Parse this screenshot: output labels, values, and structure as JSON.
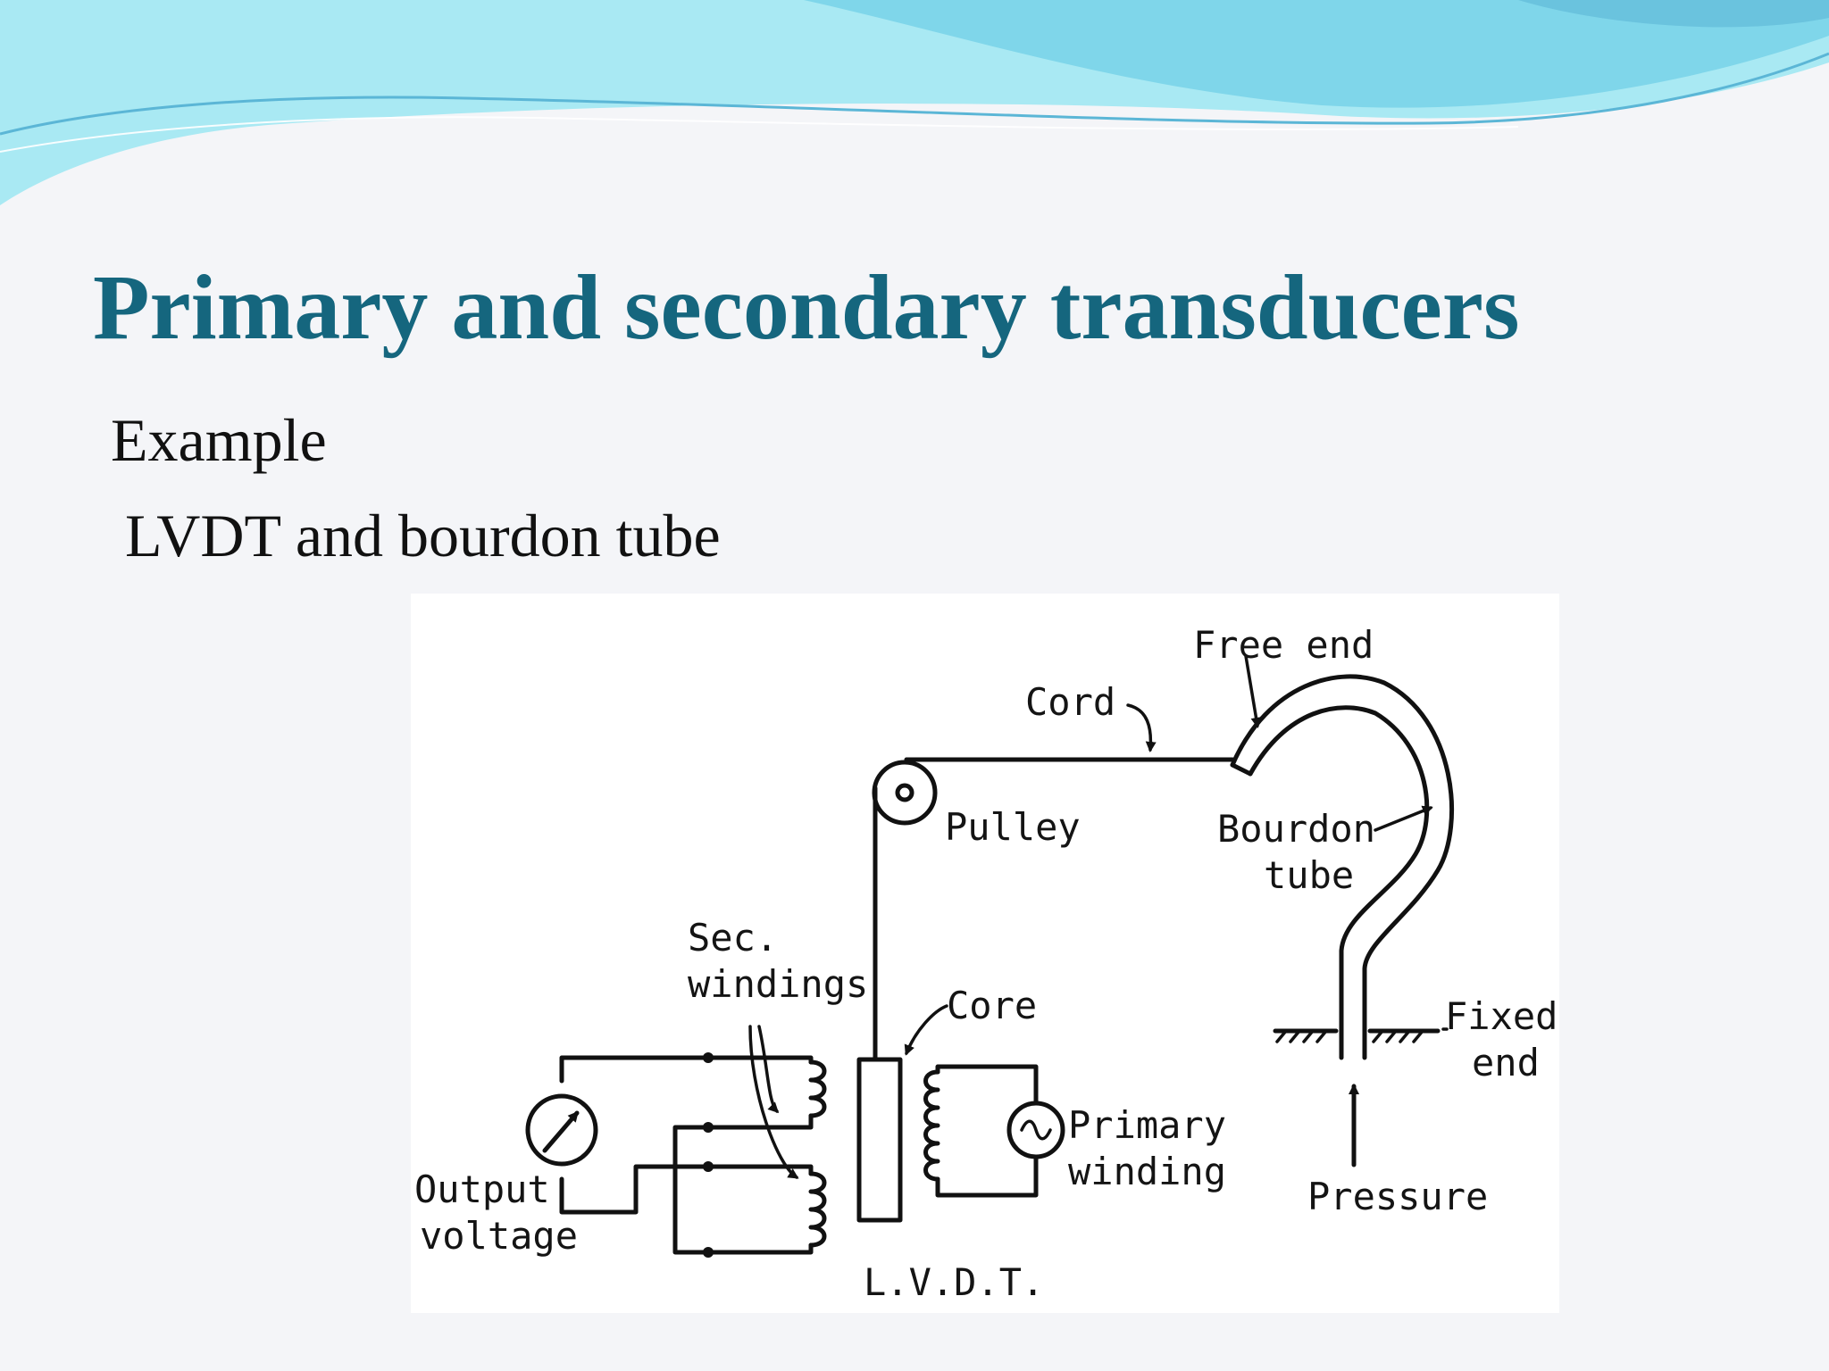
{
  "slide": {
    "title": "Primary and secondary transducers",
    "lines": [
      "Example",
      "LVDT and bourdon tube"
    ]
  },
  "diagram": {
    "labels": {
      "free_end": "Free end",
      "cord": "Cord",
      "pulley": "Pulley",
      "bourdon_tube_line1": "Bourdon",
      "bourdon_tube_line2": "tube",
      "sec_windings_line1": "Sec.",
      "sec_windings_line2": "windings",
      "core": "Core",
      "fixed_end_line1": "Fixed",
      "fixed_end_line2": "end",
      "primary_winding_line1": "Primary",
      "primary_winding_line2": "winding",
      "output_voltage_line1": "Output",
      "output_voltage_line2": "voltage",
      "pressure": "Pressure",
      "lvdt": "L.V.D.T."
    }
  },
  "colors": {
    "title": "#15667e",
    "wave_light": "#a9e9f3",
    "wave_mid": "#7fd6ea",
    "wave_dark": "#5bb6d6",
    "background": "#f4f5f8"
  }
}
